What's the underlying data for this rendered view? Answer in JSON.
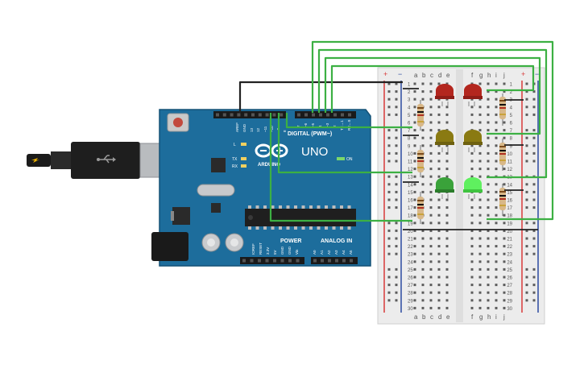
{
  "colors": {
    "board": "#1d6d9c",
    "board_edge": "#145276",
    "wire_green": "#3cb043",
    "wire_black": "#222222",
    "breadboard": "#ececec",
    "rail_red": "#d83a3a",
    "rail_blue": "#2b4aa0",
    "led_red": "#b3261e",
    "led_yellow": "#8a7a12",
    "led_green": "#3aa23a",
    "led_green_on": "#5ff05f",
    "power_led": "#7bd86a"
  },
  "arduino": {
    "logo_text": "ARDUINO",
    "model": "UNO",
    "on_label": "ON",
    "led_l_label": "L",
    "led_tx_label": "TX",
    "led_rx_label": "RX",
    "digital_label": "DIGITAL (PWM~)",
    "power_label": "POWER",
    "analog_label": "ANALOG IN",
    "top_header_labels": [
      "AREF",
      "GND",
      "13",
      "12",
      "~11",
      "~10",
      "~9",
      "8",
      "7",
      "~6",
      "~5",
      "4",
      "~3",
      "2",
      "TX→1",
      "RX←0"
    ],
    "power_pin_labels": [
      "IOREF",
      "RESET",
      "3.3V",
      "5V",
      "GND",
      "GND",
      "Vin"
    ],
    "analog_pin_labels": [
      "A0",
      "A1",
      "A2",
      "A3",
      "A4",
      "A5"
    ],
    "icons": [
      "usb-icon",
      "reset-button-icon"
    ]
  },
  "breadboard": {
    "col_labels_left": [
      "a",
      "b",
      "c",
      "d",
      "e"
    ],
    "col_labels_right": [
      "f",
      "g",
      "h",
      "i",
      "j"
    ],
    "row_count": 30,
    "plus_label": "+",
    "minus_label": "−"
  },
  "components": {
    "leds": [
      {
        "color": "red",
        "state": "off"
      },
      {
        "color": "red",
        "state": "off"
      },
      {
        "color": "yellow",
        "state": "off"
      },
      {
        "color": "yellow",
        "state": "off"
      },
      {
        "color": "green",
        "state": "off"
      },
      {
        "color": "green",
        "state": "on"
      }
    ],
    "resistor_count": 6
  }
}
